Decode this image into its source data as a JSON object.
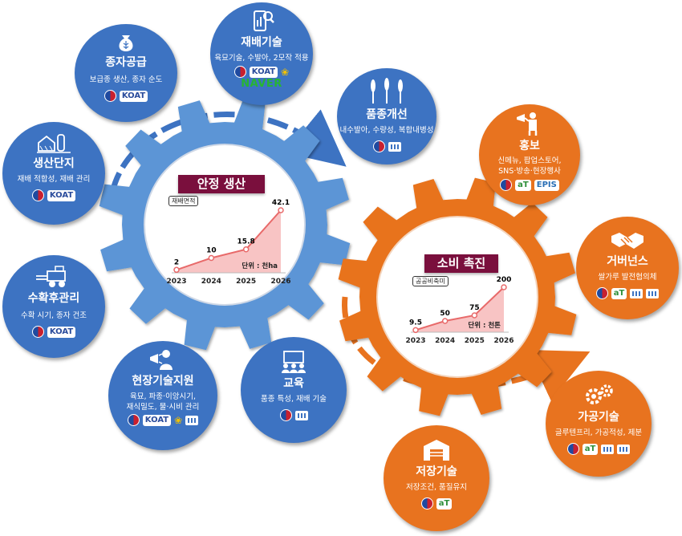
{
  "gears": {
    "production": {
      "title": "안정 생산",
      "tag": "재배면적",
      "unit": "단위 : 천ha",
      "color": "#5b95d6"
    },
    "consumption": {
      "title": "소비 촉진",
      "tag": "공공비축미",
      "unit": "단위 : 천톤",
      "color": "#e8731f"
    }
  },
  "chart_data": [
    {
      "type": "area",
      "title": "안정 생산",
      "x": [
        "2023",
        "2024",
        "2025",
        "2026"
      ],
      "values": [
        2,
        10,
        15.8,
        42.1
      ],
      "labels": [
        "2",
        "10",
        "15.8",
        "42.1"
      ],
      "ylabel": "재배면적",
      "unit": "단위 : 천ha"
    },
    {
      "type": "area",
      "title": "소비 촉진",
      "x": [
        "2023",
        "2024",
        "2025",
        "2026"
      ],
      "values": [
        9.5,
        50,
        75,
        200
      ],
      "labels": [
        "9.5",
        "50",
        "75",
        "200"
      ],
      "ylabel": "공공비축미",
      "unit": "단위 : 천톤"
    }
  ],
  "blue_nodes": {
    "seed": {
      "title": "종자공급",
      "desc": "보급종 생산, 종자 순도",
      "logos": [
        "KOAT"
      ],
      "icon": "seed-bag-icon"
    },
    "cultivation": {
      "title": "재배기술",
      "desc": "육묘기술, 수발아, 2모작 적용",
      "logos": [
        "KOAT"
      ],
      "logo2": "NAVER",
      "icon": "phone-search-icon"
    },
    "variety": {
      "title": "품종개선",
      "desc": "내수발아, 수량성, 복합내병성",
      "icon": "wheat-icon"
    },
    "complex": {
      "title": "생산단지",
      "desc": "재배 적합성, 재배 관리",
      "logos": [
        "KOAT"
      ],
      "icon": "farm-icon"
    },
    "harvest": {
      "title": "수확후관리",
      "desc": "수확 시기, 종자 건조",
      "logos": [
        "KOAT"
      ],
      "icon": "combine-icon"
    },
    "field": {
      "title": "현장기술지원",
      "desc": "육묘, 파종·이앙시기,\n재식밀도, 물·시비 관리",
      "logos": [
        "KOAT"
      ],
      "icon": "megaphone-icon"
    },
    "education": {
      "title": "교육",
      "desc": "품종 특성, 재배 기술",
      "icon": "classroom-icon"
    }
  },
  "orange_nodes": {
    "promotion": {
      "title": "홍보",
      "desc": "신메뉴, 팝업스토어,\nSNS·방송·현장행사",
      "logos": [
        "aT",
        "EPIS"
      ],
      "icon": "speaker-person-icon"
    },
    "governance": {
      "title": "거버넌스",
      "desc": "쌀가루 발전협의체",
      "logos": [
        "aT"
      ],
      "icon": "handshake-icon"
    },
    "processing": {
      "title": "가공기술",
      "desc": "글루텐프리, 가공적성, 제분",
      "logos": [
        "aT"
      ],
      "icon": "gears-icon"
    },
    "storage": {
      "title": "저장기술",
      "desc": "저장조건, 품질유지",
      "logos": [
        "aT"
      ],
      "icon": "warehouse-icon"
    }
  },
  "colors": {
    "blue": "#3d73c2",
    "gear_blue": "#5b95d6",
    "orange": "#e8731f",
    "label_bg": "#7a0f3d",
    "chart_line": "#e86a6a",
    "chart_fill": "#f6b0b0"
  }
}
